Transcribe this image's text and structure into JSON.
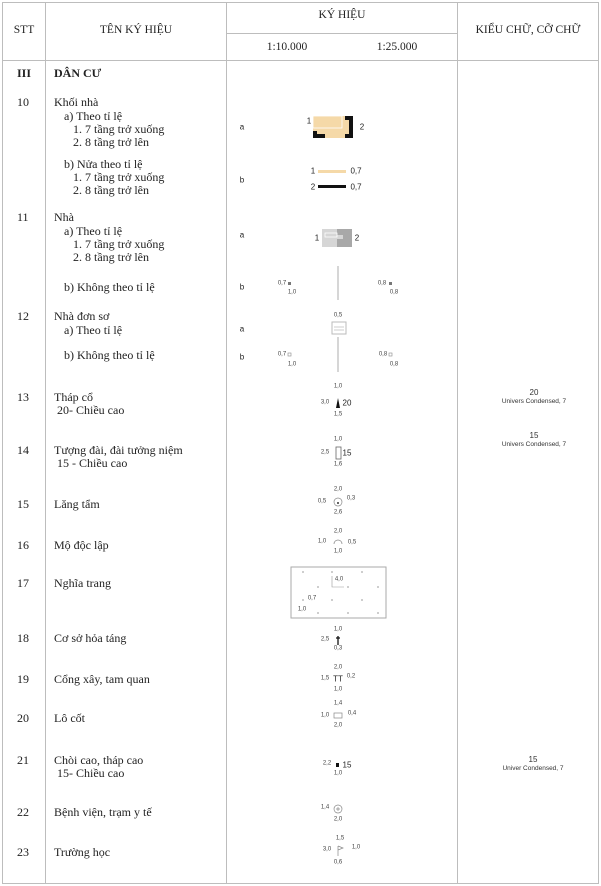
{
  "header": {
    "stt": "STT",
    "name": "TÊN KÝ HIỆU",
    "symbol": "KÝ HIỆU",
    "scale_1": "1:10.000",
    "scale_2": "1:25.000",
    "font": "KIỂU CHỮ, CỠ CHỮ"
  },
  "section": {
    "number": "III",
    "title": "DÂN CƯ"
  },
  "rows": [
    {
      "stt": "10",
      "lines": [
        "Khối nhà",
        "a) Theo tỉ lệ",
        "1. 7 tầng trở xuống",
        "2. 8 tầng trở lên",
        "b) Nửa theo tỉ lệ",
        "1. 7 tầng trở xuống",
        "2. 8 tầng trở lên"
      ]
    },
    {
      "stt": "11",
      "lines": [
        "Nhà",
        "a) Theo tỉ lệ",
        "1. 7 tầng trở xuống",
        "2. 8 tầng trở lên",
        "b) Không theo tỉ lệ"
      ]
    },
    {
      "stt": "12",
      "lines": [
        "Nhà đơn sơ",
        "a) Theo tỉ lệ",
        "b) Không theo tỉ lệ"
      ]
    },
    {
      "stt": "13",
      "lines": [
        "Tháp cổ",
        "20- Chiều cao"
      ],
      "font": {
        "sample": "20",
        "style": "Univers Condensed, 7"
      }
    },
    {
      "stt": "14",
      "lines": [
        "Tượng đài, đài tưởng niệm",
        "15 - Chiều cao"
      ],
      "font": {
        "sample": "15",
        "style": "Univers Condensed, 7"
      }
    },
    {
      "stt": "15",
      "lines": [
        "Lăng tẩm"
      ]
    },
    {
      "stt": "16",
      "lines": [
        "Mộ độc lập"
      ]
    },
    {
      "stt": "17",
      "lines": [
        "Nghĩa trang"
      ]
    },
    {
      "stt": "18",
      "lines": [
        "Cơ sở hỏa táng"
      ]
    },
    {
      "stt": "19",
      "lines": [
        "Cổng xây, tam quan"
      ]
    },
    {
      "stt": "20",
      "lines": [
        "Lô cốt"
      ]
    },
    {
      "stt": "21",
      "lines": [
        "Chòi cao, tháp cao",
        "15- Chiều cao"
      ],
      "font": {
        "sample": "15",
        "style": "Univer Condensed, 7"
      }
    },
    {
      "stt": "22",
      "lines": [
        "Bệnh viện, trạm y tế"
      ]
    },
    {
      "stt": "23",
      "lines": [
        "Trường học"
      ]
    }
  ],
  "symbols": [
    {
      "key": "10a",
      "letter": "a",
      "labels": [
        "1",
        "2"
      ]
    },
    {
      "key": "10b",
      "letter": "b",
      "labels": [
        "1",
        "0,7",
        "2",
        "0,7"
      ]
    },
    {
      "key": "11a",
      "letter": "a",
      "labels": [
        "1",
        "2"
      ]
    },
    {
      "key": "11b",
      "letter": "b",
      "labels": [
        "0,7",
        "1,0",
        "0,8",
        "0,8"
      ]
    },
    {
      "key": "12a",
      "letter": "a",
      "labels": [
        "0,5"
      ]
    },
    {
      "key": "12b",
      "letter": "b",
      "labels": [
        "0,7",
        "1,0",
        "0,8",
        "0,8"
      ]
    },
    {
      "key": "13",
      "letter": "",
      "labels": [
        "1,0",
        "3,0",
        "20",
        "1,5"
      ]
    },
    {
      "key": "14",
      "letter": "",
      "labels": [
        "1,0",
        "2,5",
        "15",
        "1,6"
      ]
    },
    {
      "key": "15",
      "letter": "",
      "labels": [
        "2,0",
        "0,5",
        "0,3",
        "2,6"
      ]
    },
    {
      "key": "16",
      "letter": "",
      "labels": [
        "2,0",
        "1,0",
        "0,5",
        "1,0"
      ]
    },
    {
      "key": "17",
      "letter": "",
      "labels": [
        "4,0",
        "0,7",
        "1,0"
      ]
    },
    {
      "key": "18",
      "letter": "",
      "labels": [
        "1,0",
        "2,5",
        "0,3"
      ]
    },
    {
      "key": "19",
      "letter": "",
      "labels": [
        "2,0",
        "1,5",
        "TT",
        "0,2",
        "1,0"
      ]
    },
    {
      "key": "20",
      "letter": "",
      "labels": [
        "1,4",
        "1,0",
        "0,4",
        "2,0"
      ]
    },
    {
      "key": "21",
      "letter": "",
      "labels": [
        "2,2",
        "15",
        "1,0"
      ]
    },
    {
      "key": "22",
      "letter": "",
      "labels": [
        "1,4",
        "2,0"
      ]
    },
    {
      "key": "23",
      "letter": "",
      "labels": [
        "1,5",
        "3,0",
        "1,0",
        "0,6"
      ]
    }
  ],
  "colors": {
    "building_fill": "#f5d9a8",
    "building_dark": "#111111",
    "house_light": "#d6d6d6",
    "house_dark": "#a8a8a8",
    "grid": "#bdbdbd"
  }
}
